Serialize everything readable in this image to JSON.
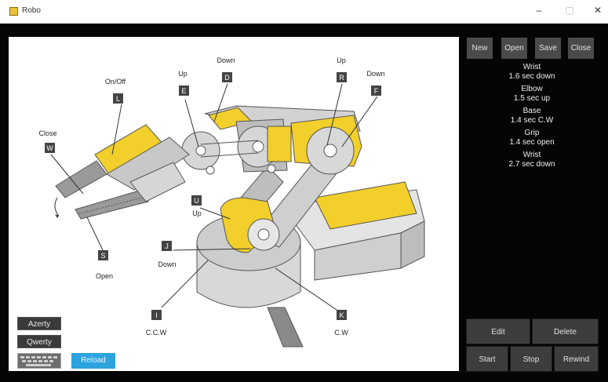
{
  "window": {
    "title": "Robo",
    "minimize": "–",
    "maximize": "▢",
    "close": "✕"
  },
  "toolbar": {
    "new": "New",
    "open": "Open",
    "save": "Save",
    "close": "Close"
  },
  "sequence": [
    {
      "part": "Wrist",
      "step": "1.6 sec down"
    },
    {
      "part": "Elbow",
      "step": "1.5 sec up"
    },
    {
      "part": "Base",
      "step": "1.4 sec C.W"
    },
    {
      "part": "Grip",
      "step": "1.4 sec open"
    },
    {
      "part": "Wrist",
      "step": "2.7 sec down"
    }
  ],
  "actions": {
    "edit": "Edit",
    "delete": "Delete",
    "start": "Start",
    "stop": "Stop",
    "rewind": "Rewind"
  },
  "left_controls": {
    "azerty": "Azerty",
    "qwerty": "Qwerty",
    "reload": "Reload"
  },
  "diagram": {
    "labels": {
      "on_off": "On/Off",
      "close": "Close",
      "open": "Open",
      "up_e": "Up",
      "down_d": "Down",
      "up_r": "Up",
      "down_f": "Down",
      "up_u": "Up",
      "down_j": "Down",
      "ccw": "C.C.W",
      "cw": "C.W"
    },
    "keys": {
      "L": "L",
      "W": "W",
      "S": "S",
      "E": "E",
      "D": "D",
      "R": "R",
      "F": "F",
      "U": "U",
      "J": "J",
      "I": "I",
      "K": "K"
    }
  },
  "colors": {
    "accent_yellow": "#f2cf2a",
    "reload_blue": "#2ca3dd",
    "panel_bg": "#050505"
  }
}
